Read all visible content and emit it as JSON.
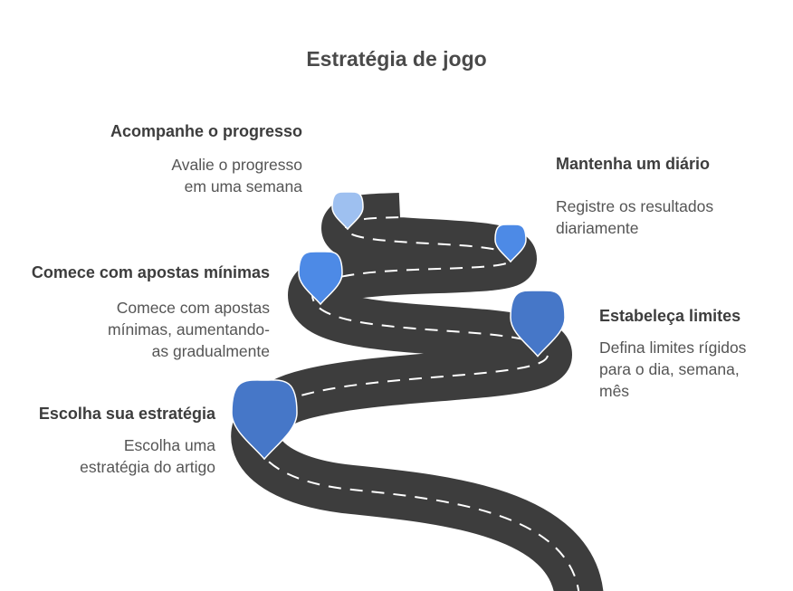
{
  "title": "Estratégia de jogo",
  "colors": {
    "road": "#3d3d3d",
    "lane": "#ffffff",
    "pin_dark": "#4677c8",
    "pin_mid": "#4d8ae6",
    "pin_light": "#9ec0f0"
  },
  "steps": [
    {
      "title": "Escolha sua estratégia",
      "desc": "Escolha uma\nestratégia do artigo"
    },
    {
      "title": "Estabeleça limites",
      "desc": "Defina limites rígidos\npara o dia, semana,\nmês"
    },
    {
      "title": "Comece com apostas mínimas",
      "desc": "Comece com apostas\nmínimas, aumentando-\nas gradualmente"
    },
    {
      "title": "Mantenha um diário",
      "desc": "Registre os resultados\ndiariamente"
    },
    {
      "title": "Acompanhe o progresso",
      "desc": "Avalie o progresso\nem uma semana"
    }
  ]
}
